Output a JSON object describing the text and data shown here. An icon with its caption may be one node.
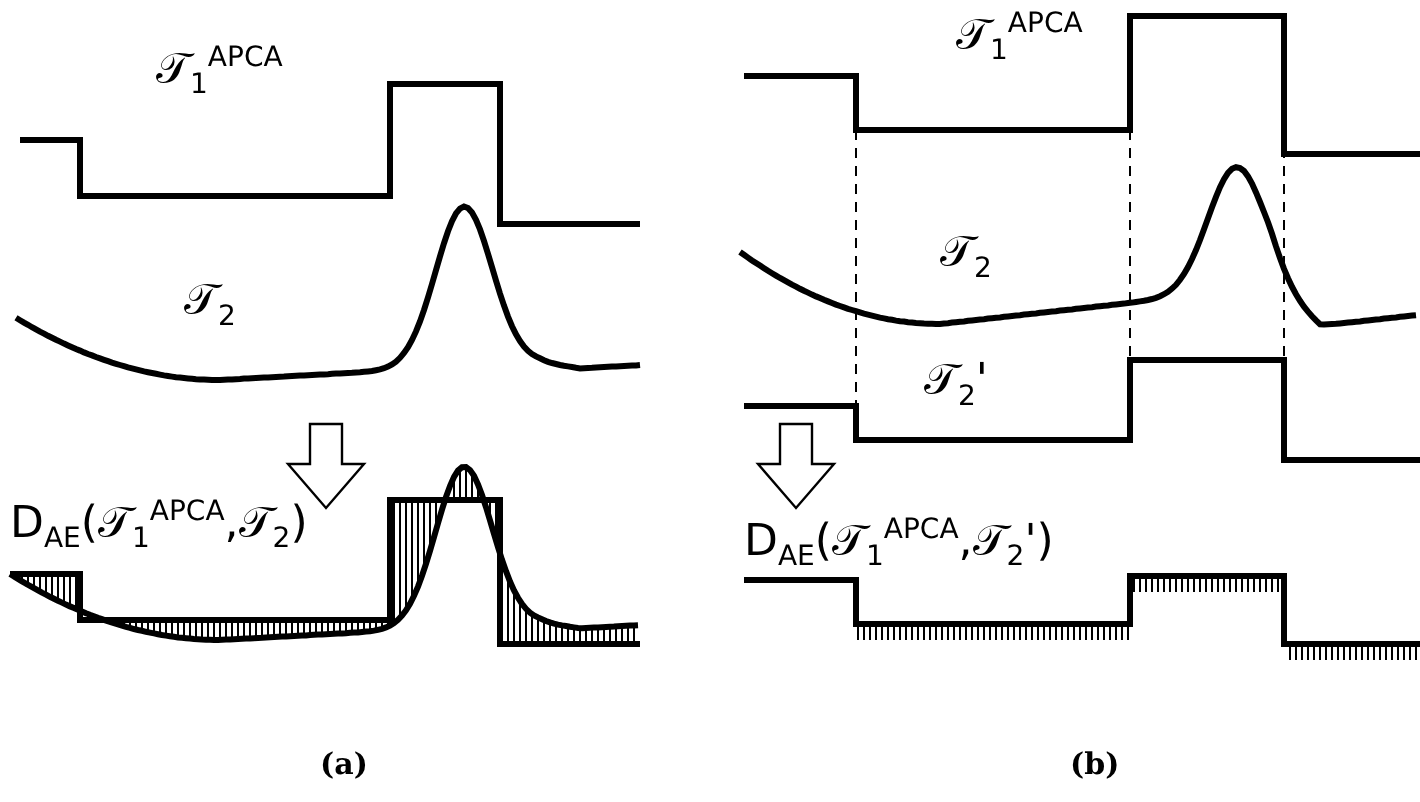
{
  "diagram": {
    "labels": [
      "𝒯$_{1}$$^{APCA}$",
      "𝒯$_{2}$",
      "D$_{AE}$(𝒯$_{1}$$^{APCA}$,𝒯$_{2}$)",
      "(a)",
      "𝒯$_{1}$$^{APCA}$",
      "𝒯$_{2}$",
      "𝒯$_{2}$'",
      "D$_{AE}$(𝒯$_{1}$$^{APCA}$,𝒯$_{2}$')",
      "(b)"
    ]
  }
}
